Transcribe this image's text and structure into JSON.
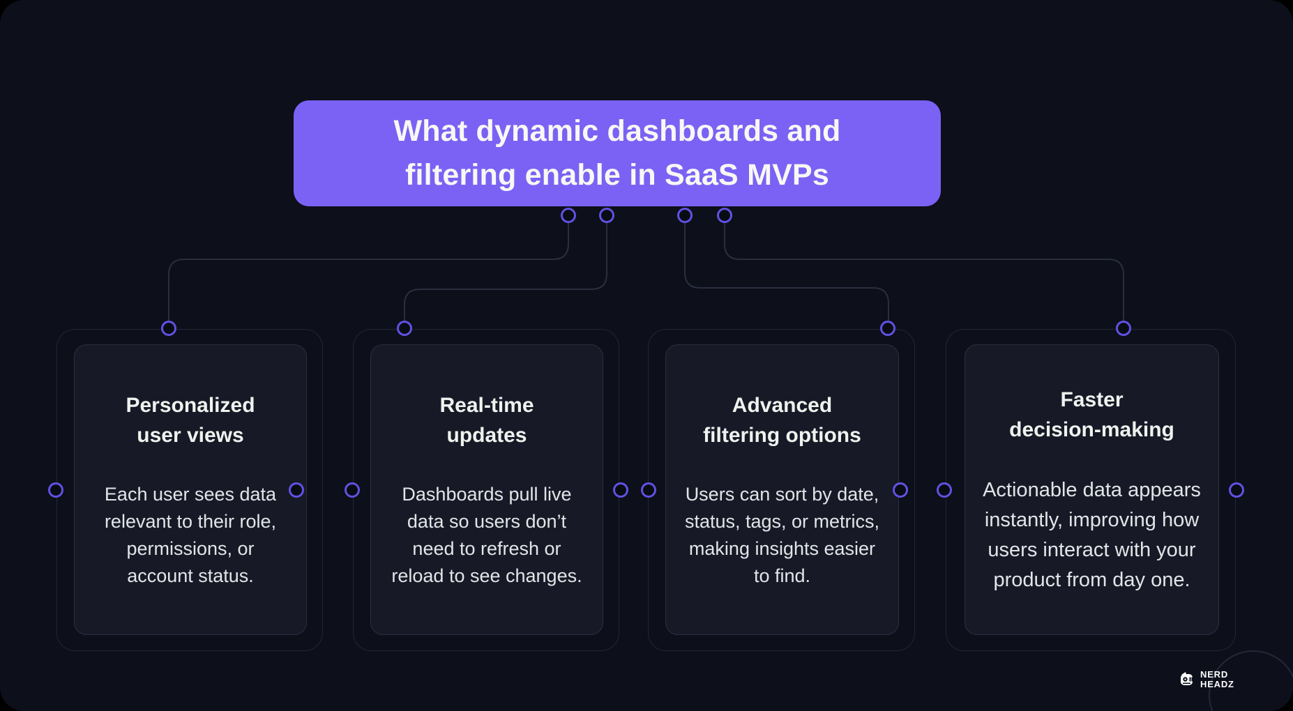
{
  "header": {
    "lines": [
      "What dynamic dashboards and",
      "filtering enable in SaaS MVPs"
    ]
  },
  "cards": [
    {
      "title_lines": [
        "Personalized",
        "user views"
      ],
      "body_lines": [
        "Each user sees data",
        "relevant to their role,",
        "permissions, or",
        "account status."
      ]
    },
    {
      "title_lines": [
        "Real-time",
        "updates"
      ],
      "body_lines": [
        "Dashboards pull live",
        "data so users don’t",
        "need to refresh or",
        "reload to see changes."
      ]
    },
    {
      "title_lines": [
        "Advanced",
        "filtering options"
      ],
      "body_lines": [
        "Users can sort by date,",
        "status, tags, or metrics,",
        "making insights easier",
        "to find."
      ]
    },
    {
      "title_lines": [
        "Faster",
        "decision-making"
      ],
      "body_lines": [
        "Actionable data appears",
        "instantly, improving how",
        "users interact with your",
        "product from day one."
      ]
    }
  ],
  "logo": {
    "line1": "NERD",
    "line2": "HEADZ"
  },
  "colors": {
    "canvas_bg": "#0d0f1a",
    "header_bg": "#7b62f4",
    "header_text": "#f7f8f4",
    "title_color": "#f0f2ee",
    "body_color": "#e2e5e8",
    "card_bg": "#171a26",
    "card_border": "#2b2f40",
    "outer_border": "#232636",
    "connector": "#2b2e3f",
    "port_ring": "#6052e4",
    "port_fill": "#0a0c15"
  }
}
